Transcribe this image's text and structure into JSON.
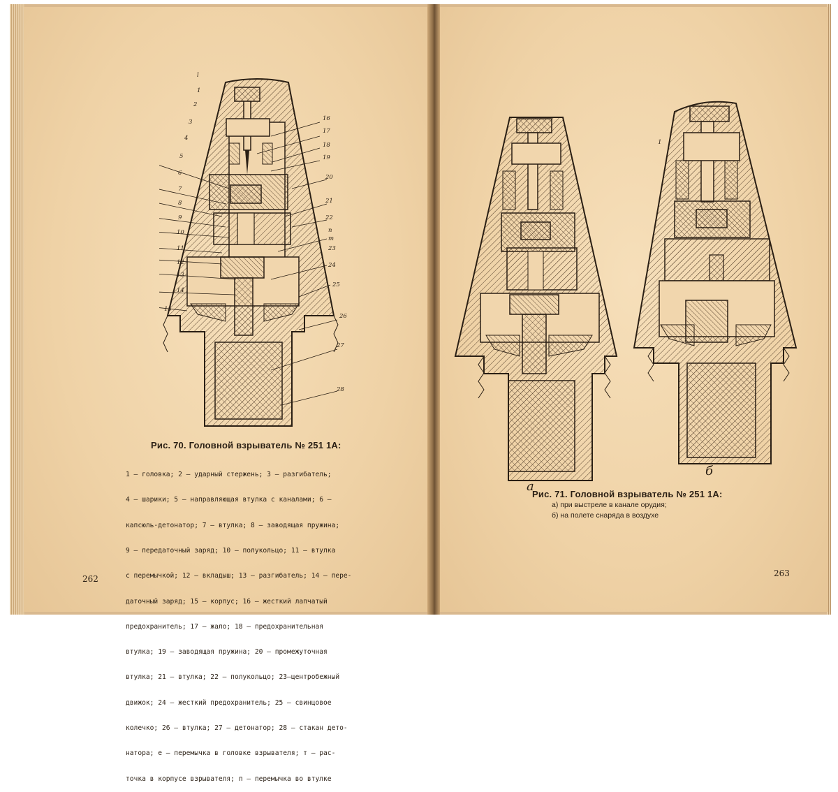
{
  "left_page": {
    "page_number": "262",
    "figure_number": "Рис. 70.",
    "figure_title": "Головной взрыватель № 251 1А:",
    "part_labels": [
      "1",
      "2",
      "3",
      "4",
      "5",
      "6",
      "7",
      "8",
      "9",
      "10",
      "11",
      "12",
      "13",
      "14",
      "15",
      "16",
      "17",
      "18",
      "19",
      "20",
      "21",
      "22",
      "23",
      "24",
      "25",
      "26",
      "27",
      "28",
      "l",
      "n",
      "m"
    ],
    "legend_lines": [
      "1 — головка; 2 — ударный стержень; 3 — разгибатель;",
      "4 — шарики; 5 — направляющая втулка с каналами; 6 —",
      "капсюль-детонатор; 7 — втулка; 8 — заводящая пружина;",
      "9 — передаточный заряд; 10 — полукольцо; 11 — втулка",
      "с перемычкой; 12 — вкладыш; 13 — разгибатель; 14 — пере-",
      "даточный заряд; 15 — корпус; 16 — жесткий лапчатый",
      "предохранитель; 17 — жало; 18 — предохранительная",
      "втулка; 19 — заводящая пружина; 20 — промежуточная",
      "втулка; 21 — втулка; 22 — полукольцо; 23—центробежный",
      "движок; 24 — жесткий предохранитель; 25 — свинцовое",
      "колечко; 26 — втулка; 27 — детонатор; 28 — стакан дето-",
      "натора; е — перемычка в головке взрывателя; т — рас-",
      "точка в корпусе взрывателя; п — перемычка во втулке"
    ]
  },
  "right_page": {
    "page_number": "263",
    "figure_number": "Рис. 71.",
    "figure_title": "Головной взрыватель № 251 1А:",
    "sub_a": "а) при выстреле в канале орудия;",
    "sub_b": "б) на полете снаряда в воздухе",
    "view_a_label": "а",
    "view_b_label": "б",
    "side_label": "1"
  }
}
